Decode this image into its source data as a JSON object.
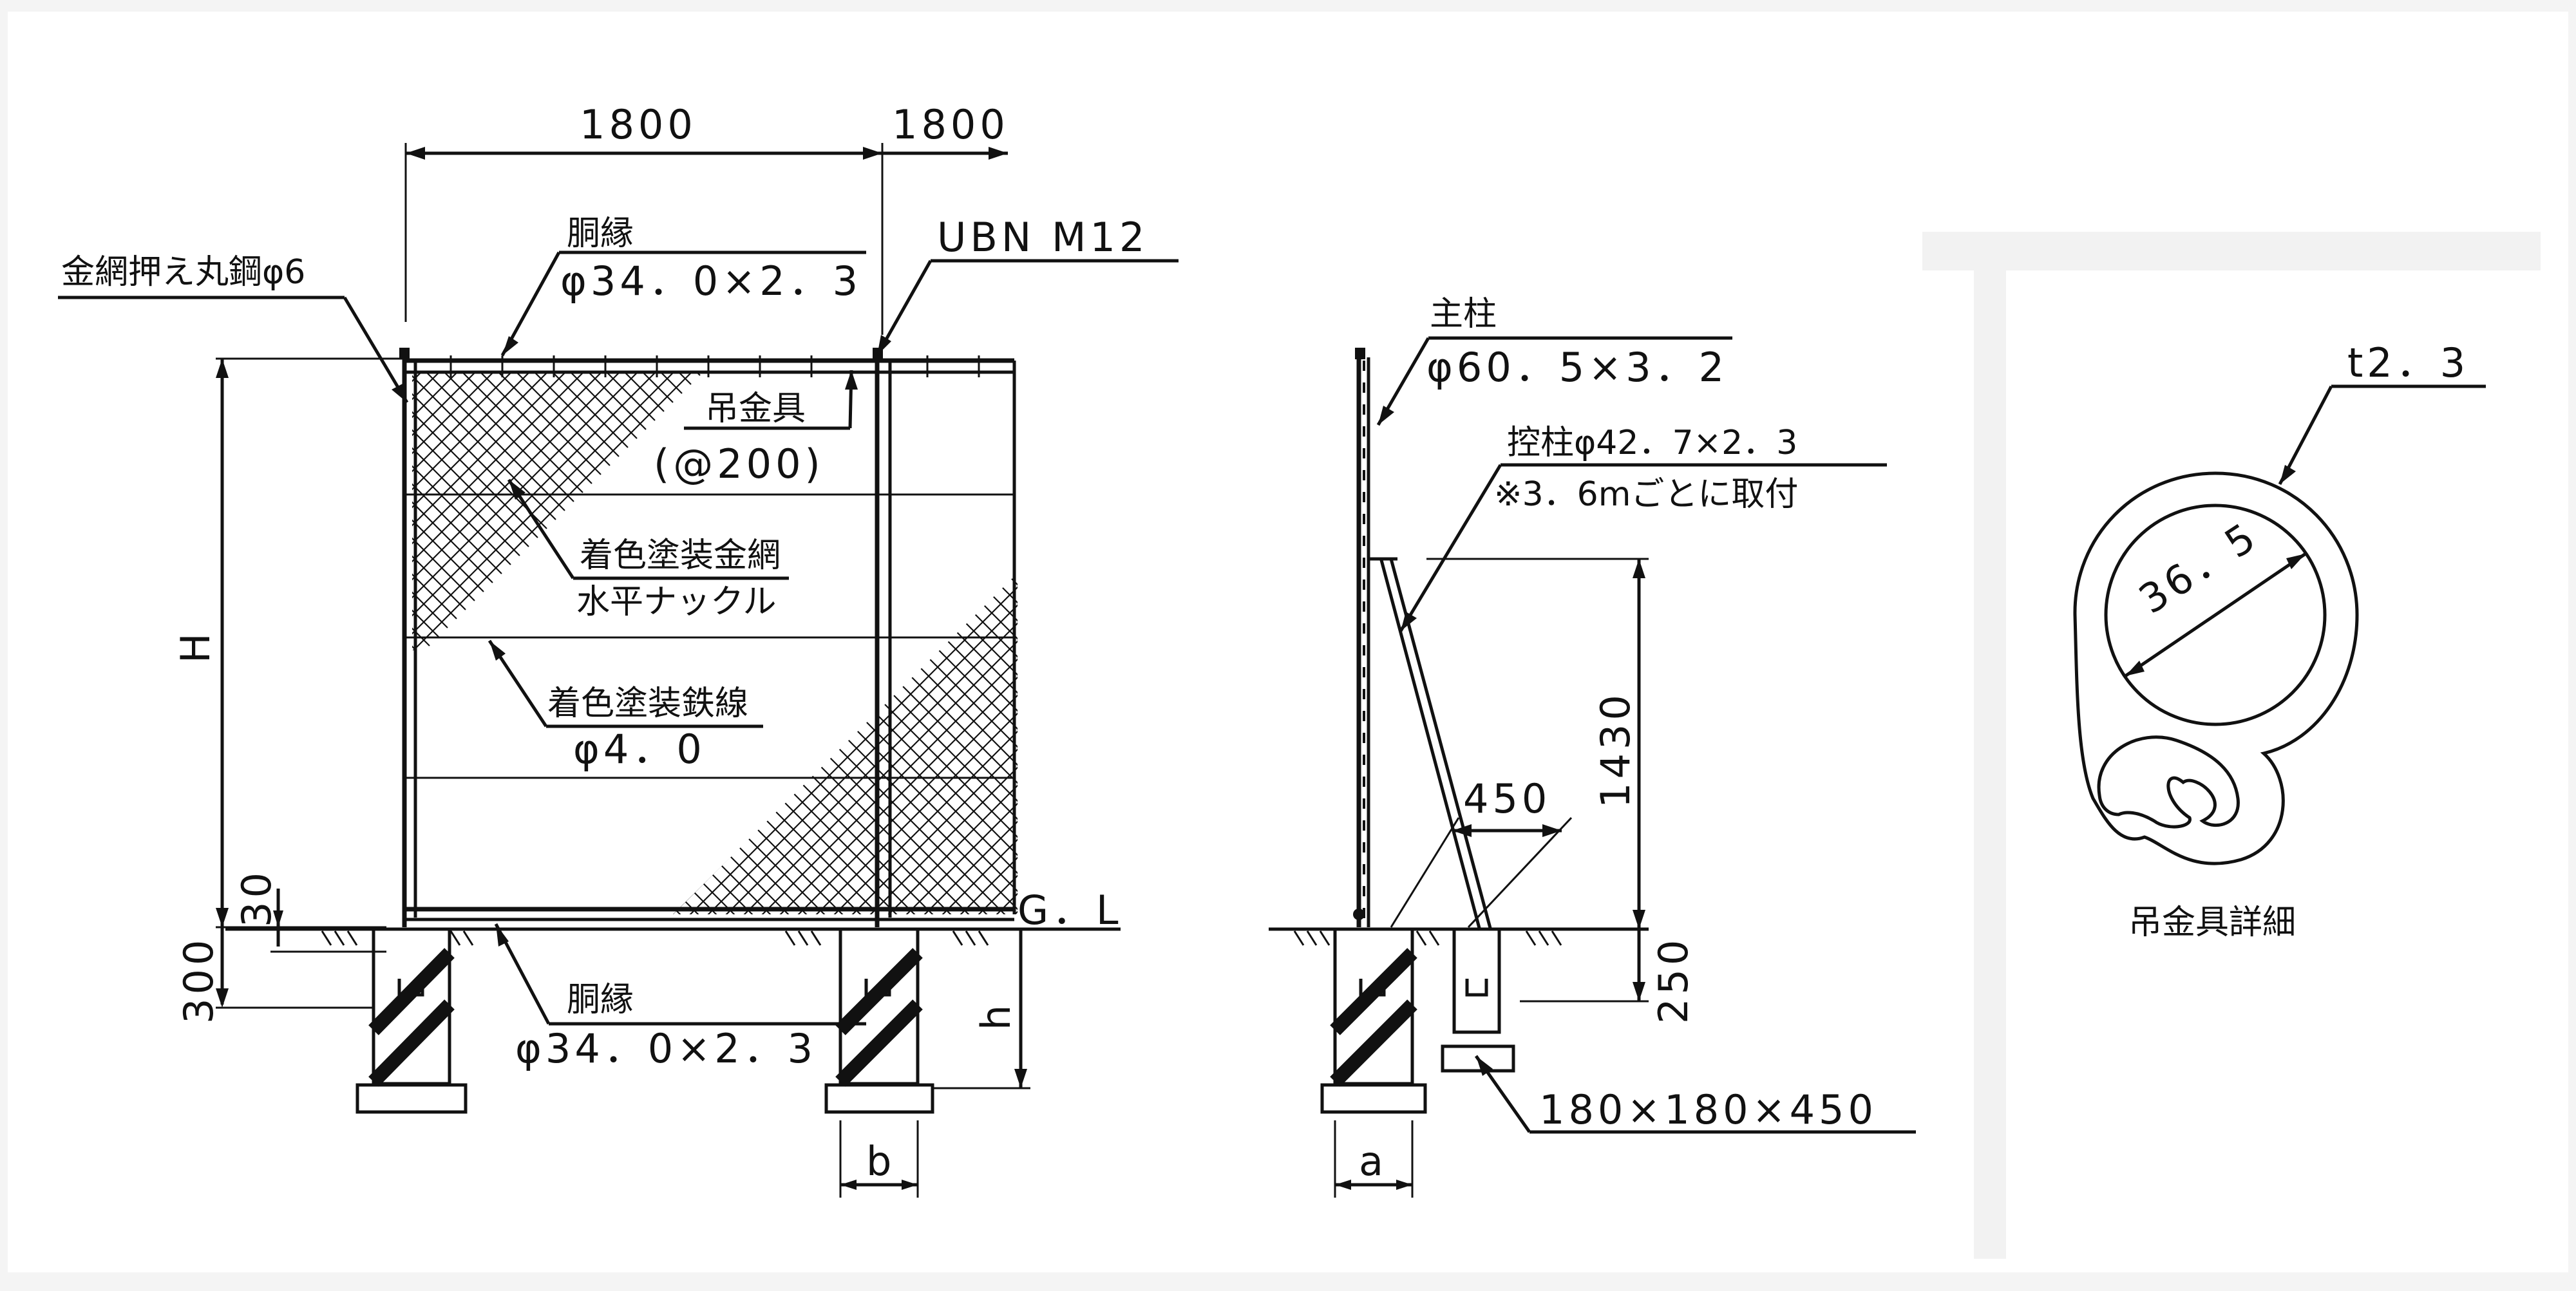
{
  "front_view": {
    "span_left": "1800",
    "span_right": "1800",
    "height_symbol": "H",
    "top_rail_name": "胴縁",
    "top_rail_size": "φ34．0×2．3",
    "mesh_holder": "金網押え丸鋼φ6",
    "bolt": "UBN M12",
    "hanger_name": "吊金具",
    "hanger_pitch": "(@200)",
    "mesh_name": "着色塗装金網",
    "mesh_type": "水平ナックル",
    "wire_name": "着色塗装鉄線",
    "wire_size": "φ4．0",
    "bottom_rail_name": "胴縁",
    "bottom_rail_size": "φ34．0×2．3",
    "ground_label": "G．L",
    "gap_dim": "30",
    "embed_dim": "300",
    "found_depth_symbol": "h",
    "found_width_symbol": "b"
  },
  "side_view": {
    "post_name": "主柱",
    "post_size": "φ60．5×3．2",
    "brace_name": "控柱φ42．7×2．3",
    "brace_note": "※3．6mごとに取付",
    "brace_height": "1430",
    "brace_spread": "450",
    "brace_embed": "250",
    "brace_block": "180×180×450",
    "found_width_symbol": "a"
  },
  "detail": {
    "thickness": "t2．3",
    "diameter": "36．5",
    "title": "吊金具詳細"
  },
  "colors": {
    "ink": "#111111",
    "paper": "#ffffff",
    "margin": "#f4f4f4"
  }
}
